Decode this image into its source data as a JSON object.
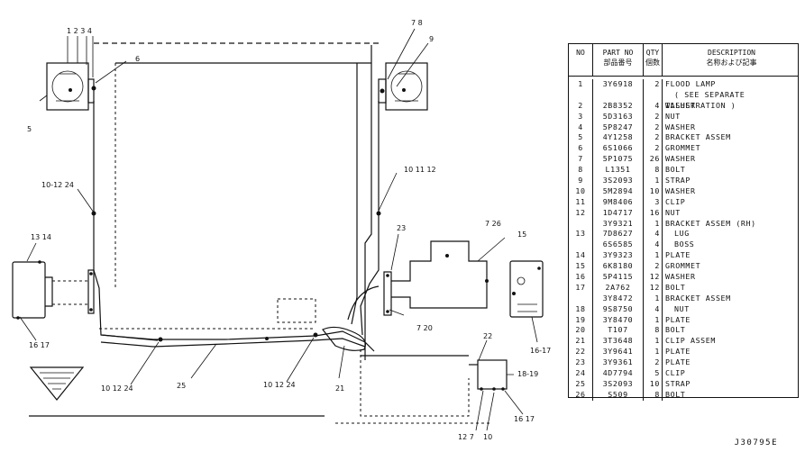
{
  "table": {
    "headers": {
      "no": "NO",
      "part_no": "PART NO",
      "part_no_jp": "部品番号",
      "qty": "QTY",
      "qty_jp": "個数",
      "description": "DESCRIPTION",
      "description_jp": "名称および記事"
    },
    "rows": [
      {
        "no": "1",
        "part": "3Y6918",
        "qty": "2",
        "desc": "FLOOD LAMP",
        "sub": false
      },
      {
        "no": "",
        "part": "",
        "qty": "",
        "desc": "( SEE SEPARATE ILLUSTRATION )",
        "sub": true
      },
      {
        "no": "2",
        "part": "2B8352",
        "qty": "4",
        "desc": "WASHER",
        "sub": false
      },
      {
        "no": "3",
        "part": "5D3163",
        "qty": "2",
        "desc": "NUT",
        "sub": false
      },
      {
        "no": "4",
        "part": "5P8247",
        "qty": "2",
        "desc": "WASHER",
        "sub": false
      },
      {
        "no": "5",
        "part": "4Y1258",
        "qty": "2",
        "desc": "BRACKET ASSEM",
        "sub": false
      },
      {
        "no": "6",
        "part": "6S1066",
        "qty": "2",
        "desc": "GROMMET",
        "sub": false
      },
      {
        "no": "7",
        "part": "5P1075",
        "qty": "26",
        "desc": "WASHER",
        "sub": false
      },
      {
        "no": "8",
        "part": "L1351",
        "qty": "8",
        "desc": "BOLT",
        "sub": false
      },
      {
        "no": "9",
        "part": "3S2093",
        "qty": "1",
        "desc": "STRAP",
        "sub": false
      },
      {
        "no": "10",
        "part": "5M2894",
        "qty": "10",
        "desc": "WASHER",
        "sub": false
      },
      {
        "no": "11",
        "part": "9M8406",
        "qty": "3",
        "desc": "CLIP",
        "sub": false
      },
      {
        "no": "12",
        "part": "1D4717",
        "qty": "16",
        "desc": "NUT",
        "sub": false
      },
      {
        "no": "",
        "part": "3Y9321",
        "qty": "1",
        "desc": "BRACKET ASSEM (RH)",
        "sub": false
      },
      {
        "no": "13",
        "part": "7D8627",
        "qty": "4",
        "desc": "LUG",
        "sub": true
      },
      {
        "no": "",
        "part": "6S6585",
        "qty": "4",
        "desc": "BOSS",
        "sub": true
      },
      {
        "no": "14",
        "part": "3Y9323",
        "qty": "1",
        "desc": "PLATE",
        "sub": false
      },
      {
        "no": "15",
        "part": "6K8180",
        "qty": "2",
        "desc": "GROMMET",
        "sub": false
      },
      {
        "no": "16",
        "part": "5P4115",
        "qty": "12",
        "desc": "WASHER",
        "sub": false
      },
      {
        "no": "17",
        "part": "2A762",
        "qty": "12",
        "desc": "BOLT",
        "sub": false
      },
      {
        "no": "",
        "part": "3Y8472",
        "qty": "1",
        "desc": "BRACKET ASSEM",
        "sub": false
      },
      {
        "no": "18",
        "part": "9S8750",
        "qty": "4",
        "desc": "NUT",
        "sub": true
      },
      {
        "no": "19",
        "part": "3Y8470",
        "qty": "1",
        "desc": "PLATE",
        "sub": false
      },
      {
        "no": "20",
        "part": "T107",
        "qty": "8",
        "desc": "BOLT",
        "sub": false
      },
      {
        "no": "21",
        "part": "3T3648",
        "qty": "1",
        "desc": "CLIP ASSEM",
        "sub": false
      },
      {
        "no": "22",
        "part": "3Y9641",
        "qty": "1",
        "desc": "PLATE",
        "sub": false
      },
      {
        "no": "23",
        "part": "3Y9361",
        "qty": "2",
        "desc": "PLATE",
        "sub": false
      },
      {
        "no": "24",
        "part": "4D7794",
        "qty": "5",
        "desc": "CLIP",
        "sub": false
      },
      {
        "no": "25",
        "part": "3S2093",
        "qty": "10",
        "desc": "STRAP",
        "sub": false
      },
      {
        "no": "26",
        "part": "S509",
        "qty": "8",
        "desc": "BOLT",
        "sub": false
      }
    ]
  },
  "callouts": {
    "c1234": "1 2 3 4",
    "c6": "6",
    "c5": "5",
    "c78": "7 8",
    "c9": "9",
    "c1024": "10-12 24",
    "c101112": "10 11 12",
    "c1314": "13 14",
    "c1617a": "16 17",
    "c23": "23",
    "c726": "7 26",
    "c15": "15",
    "c720": "7 20",
    "c1617b": "16-17",
    "c22": "22",
    "c1819": "18-19",
    "c1617c": "16 17",
    "c101224a": "10 12 24",
    "c25": "25",
    "c101224b": "10 12 24",
    "c21": "21",
    "c127": "12 7",
    "c10": "10"
  },
  "drawing_code": "J30795E"
}
